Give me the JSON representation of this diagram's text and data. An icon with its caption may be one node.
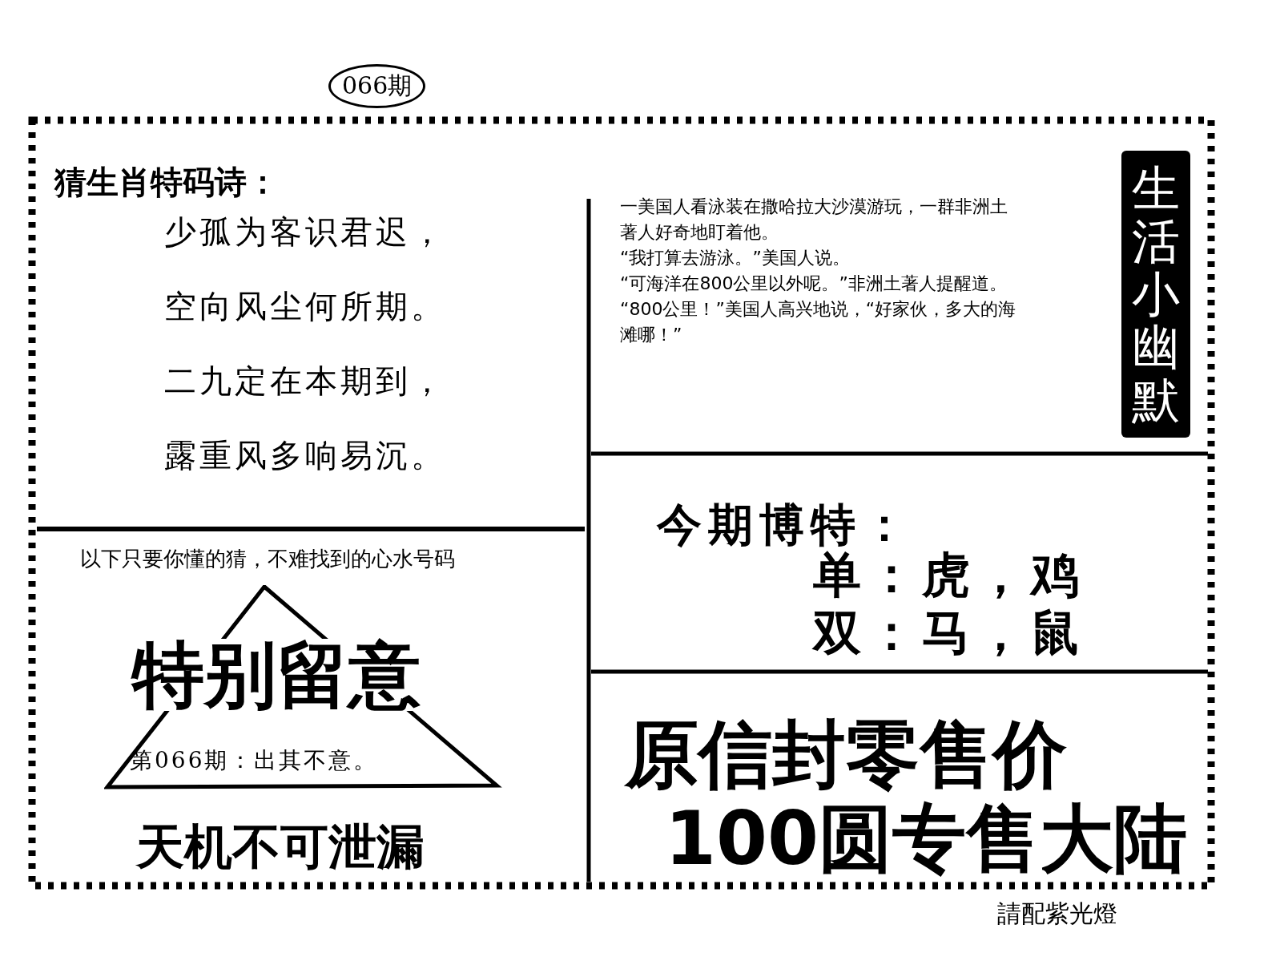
{
  "diagram": {
    "nodes": [
      {
        "text": [
          "猜生肖特码诗：",
          "少孤为客识君迟，",
          "空向风尘何所期。",
          "二九定在本期到，",
          "露重风多响易沉。"
        ]
      },
      {
        "text": [
          "一美国人看泳装在撒哈拉大沙漠游玩，一群非洲土著人好奇地盯着他。",
          "“我打算去游泳。”美国人说。",
          "“可海洋在800公里以外呢。”非洲土著人提醒道。",
          "“800公里！”美国人高兴地说，“好家伙，多大的海滩哪！”"
        ]
      },
      {
        "text": [
          "生活小幽默"
        ]
      },
      {
        "text": [
          "今期博特：",
          "单：虎，鸡",
          "双：马，鼠"
        ]
      },
      {
        "text": [
          "以下只要你懂的猜，不难找到的心水号码",
          "特别留意",
          "第066期：出其不意。",
          "天机不可泄漏"
        ]
      },
      {
        "text": [
          "原信封零售价",
          "100圆专售大陆"
        ]
      }
    ],
    "edges": [],
    "labels": [
      "066期",
      "請配紫光燈"
    ]
  }
}
